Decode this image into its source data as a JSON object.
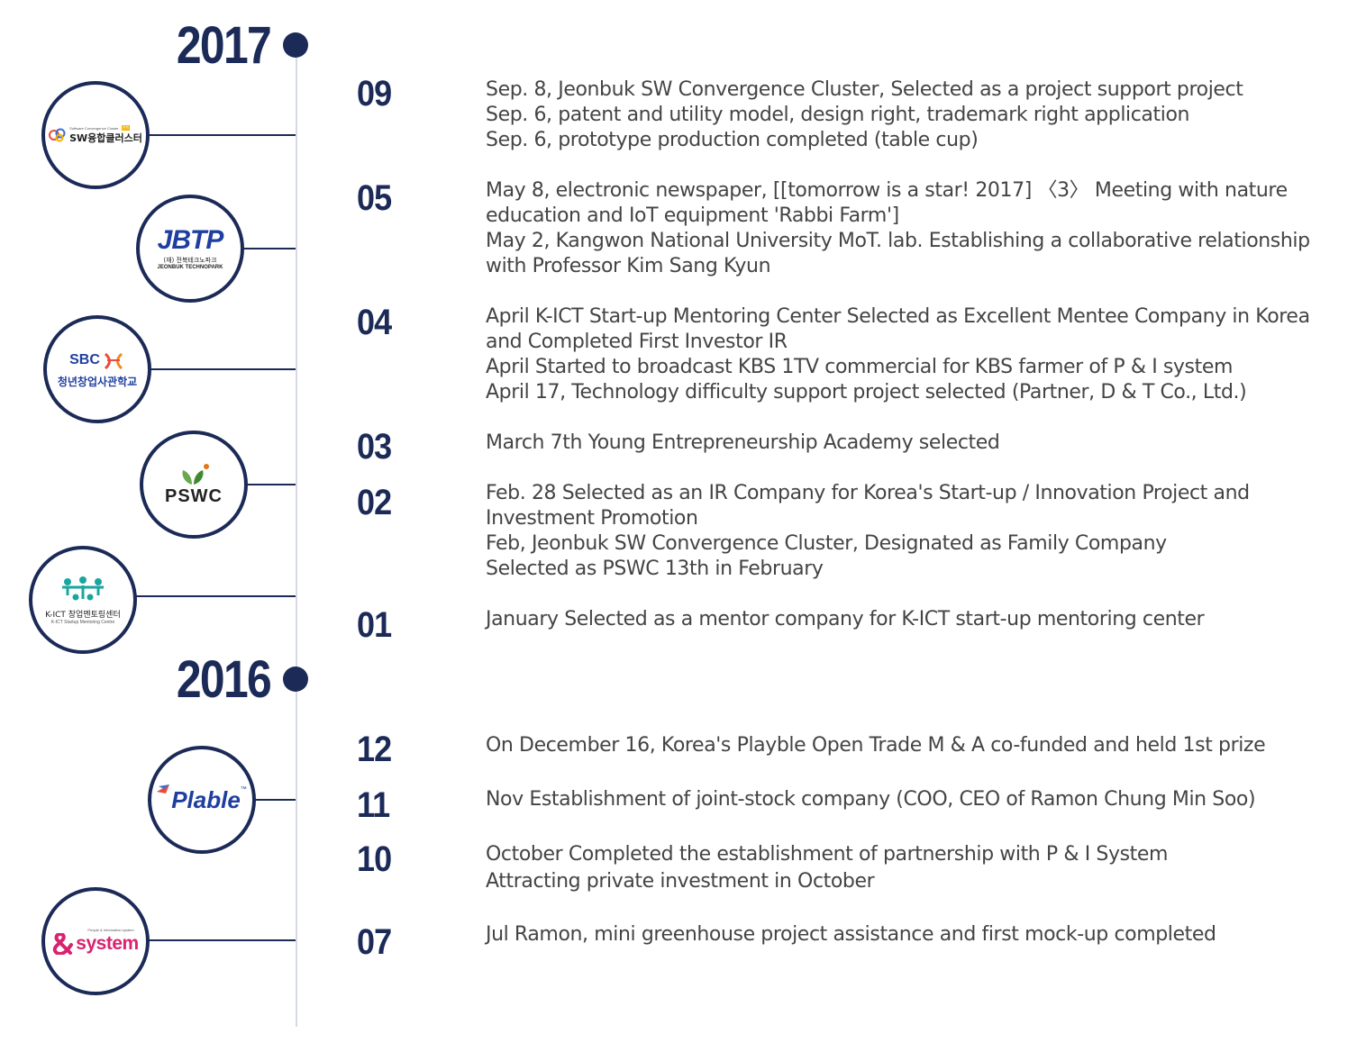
{
  "years": [
    {
      "label": "2017"
    },
    {
      "label": "2016"
    }
  ],
  "logos": {
    "sw": {
      "icon": "sw-convergence-cluster-logo",
      "small": "Software Convergence Cluster",
      "text": "SW융합클러스터",
      "badge": "전북"
    },
    "jbtp": {
      "icon": "jbtp-logo",
      "text": "JBTP",
      "sub1": "(재) 전북테크노파크",
      "sub2": "JEONBUK TECHNOPARK"
    },
    "sbc": {
      "icon": "sbc-logo",
      "text": "SBC",
      "sub": "청년창업사관학교"
    },
    "pswc": {
      "icon": "pswc-logo",
      "text": "PSWC"
    },
    "kict": {
      "icon": "k-ict-logo",
      "text": "K-ICT 창업멘토링센터",
      "sub": "K-ICT Startup Mentoring Centre"
    },
    "plable": {
      "icon": "plable-logo",
      "text": "Plable",
      "tm": "™"
    },
    "pi": {
      "icon": "pi-system-logo",
      "small": "People & Information system",
      "text": "system"
    }
  },
  "entries": [
    {
      "month": "09",
      "lines": [
        "Sep. 8, Jeonbuk SW Convergence Cluster, Selected as a project support project",
        "Sep. 6, patent and utility model, design right, trademark right application",
        "Sep. 6, prototype production completed (table cup)"
      ]
    },
    {
      "month": "05",
      "lines": [
        "May 8, electronic newspaper, [[tomorrow is a star! 2017] 〈3〉 Meeting with nature",
        "education and IoT equipment 'Rabbi Farm']",
        "May 2, Kangwon National University MoT. lab. Establishing a collaborative relationship",
        "with Professor Kim Sang Kyun"
      ]
    },
    {
      "month": "04",
      "lines": [
        "April K-ICT Start-up Mentoring Center Selected as Excellent Mentee Company in Korea",
        "and Completed First Investor IR",
        "April Started to broadcast KBS 1TV commercial for KBS farmer of P & I system",
        "April 17, Technology difficulty support project selected (Partner, D & T Co., Ltd.)"
      ]
    },
    {
      "month": "03",
      "lines": [
        "March 7th Young Entrepreneurship Academy selected"
      ]
    },
    {
      "month": "02",
      "lines": [
        "Feb. 28 Selected as an IR Company for Korea's Start-up / Innovation Project and",
        "Investment Promotion",
        "Feb, Jeonbuk SW Convergence Cluster, Designated as Family Company",
        "Selected as PSWC 13th in February"
      ]
    },
    {
      "month": "01",
      "lines": [
        "January Selected as a mentor company for K-ICT start-up mentoring center"
      ]
    },
    {
      "month": "12",
      "lines": [
        "On December 16, Korea's Playble Open Trade M & A co-funded and held 1st prize"
      ]
    },
    {
      "month": "11",
      "lines": [
        "Nov Establishment of joint-stock company (COO, CEO of Ramon Chung Min Soo)"
      ]
    },
    {
      "month": "10",
      "lines": [
        "October Completed the establishment of partnership with P & I System",
        "Attracting private investment in October"
      ]
    },
    {
      "month": "07",
      "lines": [
        "Jul Ramon, mini greenhouse project assistance and first mock-up completed"
      ]
    }
  ],
  "colors": {
    "navy": "#1b2a57",
    "line": "#d5d9e3",
    "text": "#444444"
  }
}
